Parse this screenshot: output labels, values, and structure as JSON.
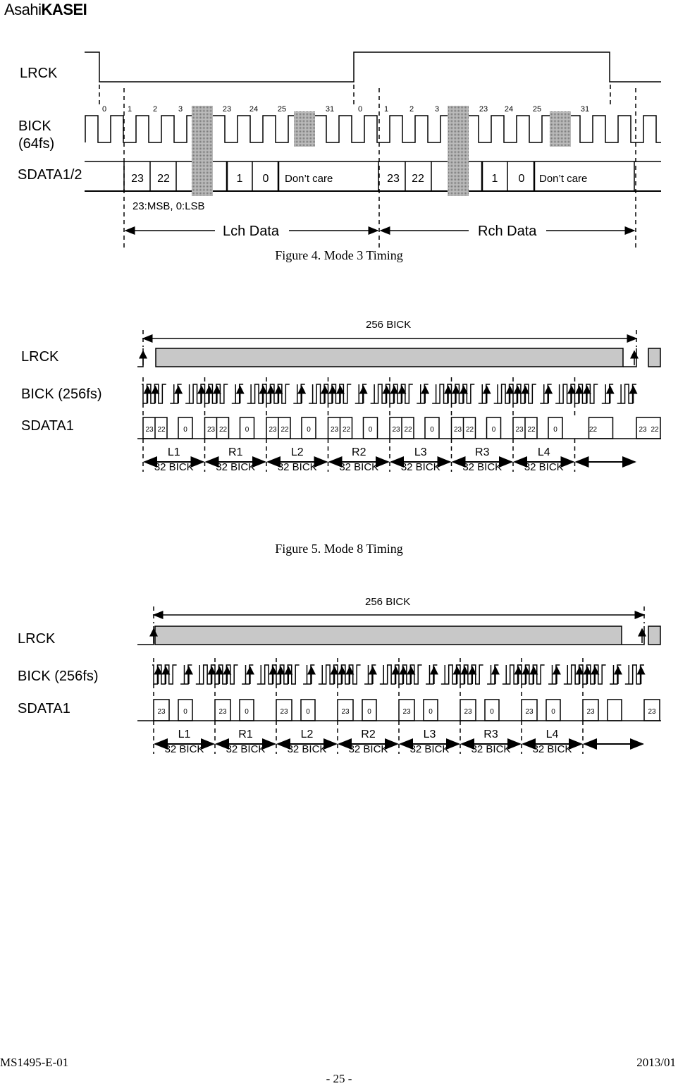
{
  "header": {
    "logo_light": "Asahi",
    "logo_bold": "KASEI"
  },
  "figure4": {
    "signals": {
      "lrck": "LRCK",
      "bick1": "BICK",
      "bick2": "(64fs)",
      "sdata": "SDATA1/2"
    },
    "bit_labels": [
      "0",
      "1",
      "2",
      "3",
      "23",
      "24",
      "25",
      "31",
      "0",
      "1",
      "2",
      "3",
      "23",
      "24",
      "25",
      "31"
    ],
    "cells": [
      "23",
      "22",
      "1",
      "0",
      "Don’t care",
      "23",
      "22",
      "1",
      "0",
      "Don’t care"
    ],
    "note": "23:MSB, 0:LSB",
    "lch": "Lch Data",
    "rch": "Rch Data",
    "caption": "Figure 4. Mode 3 Timing"
  },
  "figure5": {
    "span": "256 BICK",
    "signals": {
      "lrck": "LRCK",
      "bick": "BICK (256fs)",
      "sdata": "SDATA1"
    },
    "slots": [
      "L1",
      "R1",
      "L2",
      "R2",
      "L3",
      "R3",
      "L4"
    ],
    "slot_len": "32 BICK",
    "bits": {
      "msb": "23",
      "msb2": "22",
      "lsb": "0"
    },
    "caption": "Figure 5. Mode 8 Timing"
  },
  "figure6": {
    "span": "256 BICK",
    "signals": {
      "lrck": "LRCK",
      "bick": "BICK (256fs)",
      "sdata": "SDATA1"
    },
    "slots": [
      "L1",
      "R1",
      "L2",
      "R2",
      "L3",
      "R3",
      "L4"
    ],
    "slot_len": "32 BICK",
    "bits": {
      "msb": "23",
      "lsb": "0"
    }
  },
  "footer": {
    "doc_id": "MS1495-E-01",
    "page": "- 25 -",
    "date": "2013/01"
  }
}
